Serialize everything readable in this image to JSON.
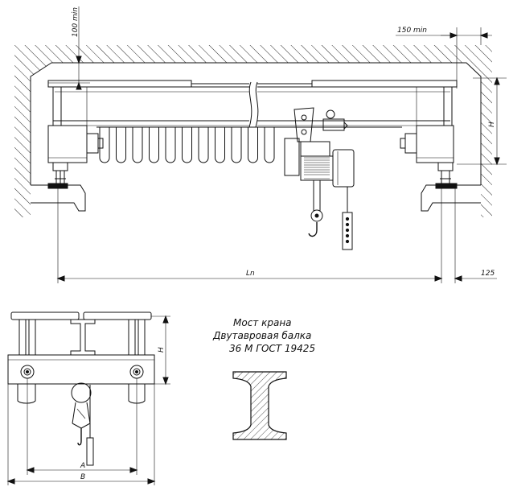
{
  "dimensions": {
    "clearance_top": "100 min",
    "clearance_side": "150 min",
    "height_main": "H",
    "span": "Ln",
    "rail_offset": "125",
    "height_side": "H",
    "width_a": "A",
    "width_b": "B"
  },
  "caption": {
    "line1": "Мост крана",
    "line2": "Двутавровая балка",
    "line3": "36 М  ГОСТ  19425"
  },
  "colors": {
    "line": "#111111",
    "background": "#ffffff"
  }
}
